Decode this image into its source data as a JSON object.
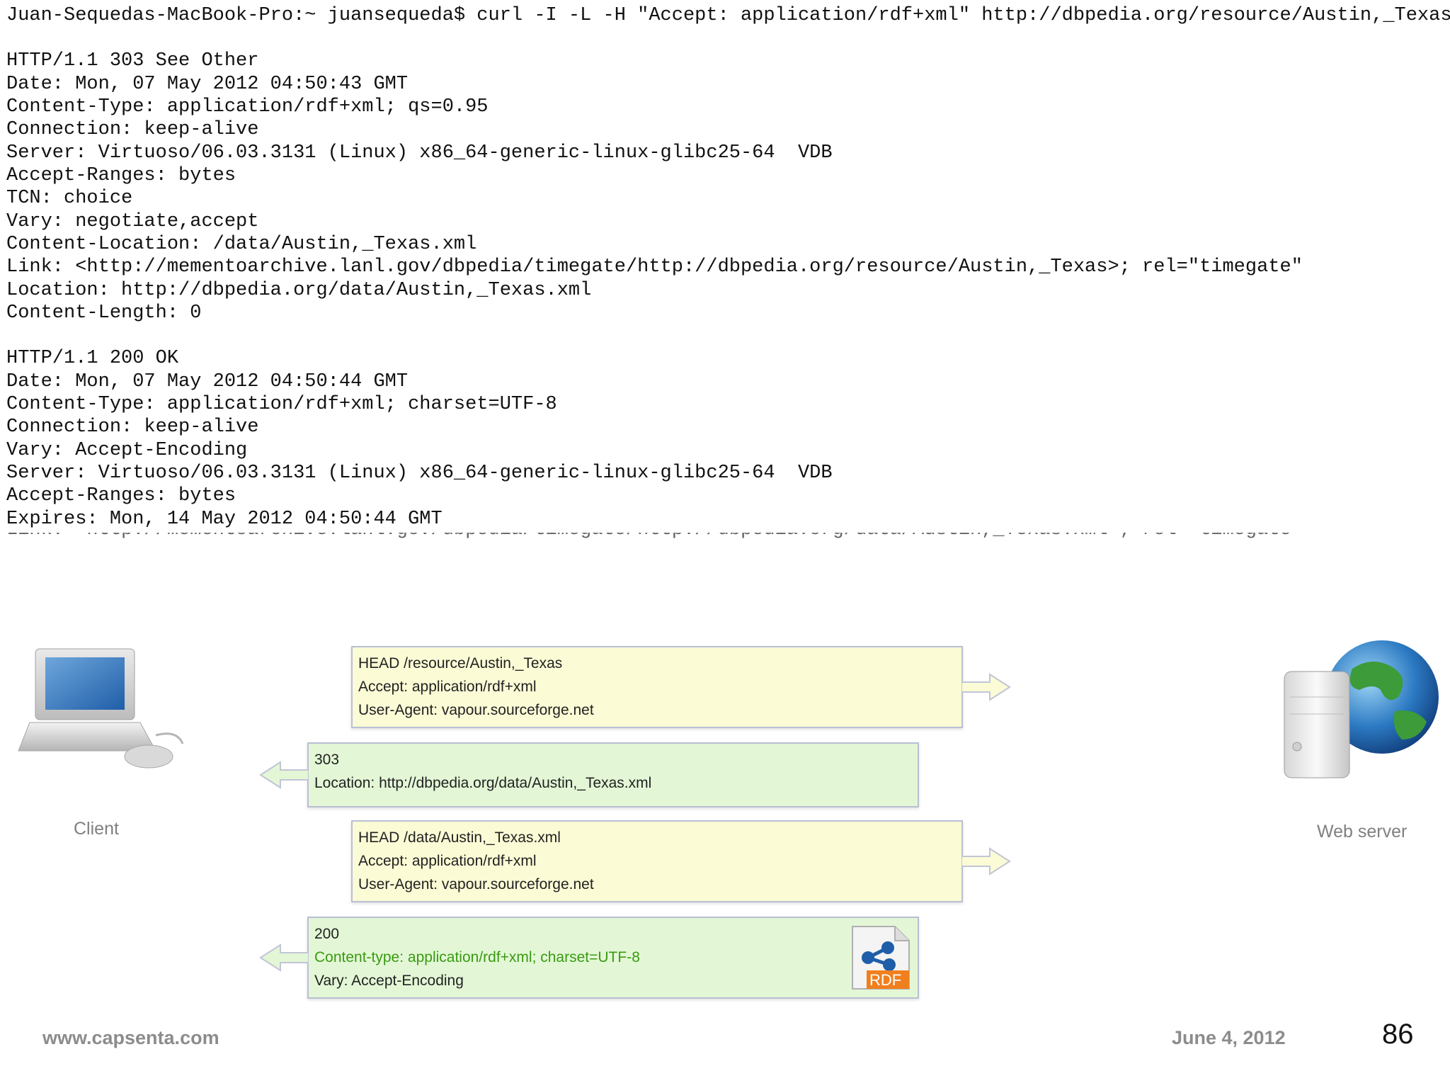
{
  "terminal": {
    "lines": [
      "Juan-Sequedas-MacBook-Pro:~ juansequeda$ curl -I -L -H \"Accept: application/rdf+xml\" http://dbpedia.org/resource/Austin,_Texas",
      "",
      "HTTP/1.1 303 See Other",
      "Date: Mon, 07 May 2012 04:50:43 GMT",
      "Content-Type: application/rdf+xml; qs=0.95",
      "Connection: keep-alive",
      "Server: Virtuoso/06.03.3131 (Linux) x86_64-generic-linux-glibc25-64  VDB",
      "Accept-Ranges: bytes",
      "TCN: choice",
      "Vary: negotiate,accept",
      "Content-Location: /data/Austin,_Texas.xml",
      "Link: <http://mementoarchive.lanl.gov/dbpedia/timegate/http://dbpedia.org/resource/Austin,_Texas>; rel=\"timegate\"",
      "Location: http://dbpedia.org/data/Austin,_Texas.xml",
      "Content-Length: 0",
      "",
      "HTTP/1.1 200 OK",
      "Date: Mon, 07 May 2012 04:50:44 GMT",
      "Content-Type: application/rdf+xml; charset=UTF-8",
      "Connection: keep-alive",
      "Vary: Accept-Encoding",
      "Server: Virtuoso/06.03.3131 (Linux) x86_64-generic-linux-glibc25-64  VDB",
      "Accept-Ranges: bytes",
      "Expires: Mon, 14 May 2012 04:50:44 GMT"
    ],
    "cut_line": "Link: <http://mementoarchive.lanl.gov/dbpedia/timegate/http://dbpedia.org/data/Austin,_Texas.xml>; rel=\"timegate\""
  },
  "diagram": {
    "client_label": "Client",
    "server_label": "Web server",
    "messages": [
      {
        "kind": "request",
        "lines": [
          "HEAD /resource/Austin,_Texas",
          "Accept: application/rdf+xml",
          "User-Agent: vapour.sourceforge.net"
        ]
      },
      {
        "kind": "response",
        "lines": [
          "303",
          "Location: http://dbpedia.org/data/Austin,_Texas.xml"
        ]
      },
      {
        "kind": "request",
        "lines": [
          "HEAD /data/Austin,_Texas.xml",
          "Accept: application/rdf+xml",
          "User-Agent: vapour.sourceforge.net"
        ]
      },
      {
        "kind": "response",
        "lines": [
          "200",
          "Content-type: application/rdf+xml; charset=UTF-8",
          "Vary: Accept-Encoding"
        ]
      }
    ],
    "rdf_badge": "RDF",
    "icons": {
      "client": "laptop-icon",
      "server": "server-globe-icon",
      "rdf": "rdf-file-icon",
      "request_arrow": "arrow-right-icon",
      "response_arrow": "arrow-left-icon"
    },
    "colors": {
      "request_bg": "#fbfbd6",
      "response_bg": "#e3f7d6",
      "highlight_text": "#3a9a12",
      "rdf_orange": "#f07f1e"
    }
  },
  "footer": {
    "website": "www.capsenta.com",
    "date": "June 4, 2012",
    "page_number": "86"
  }
}
